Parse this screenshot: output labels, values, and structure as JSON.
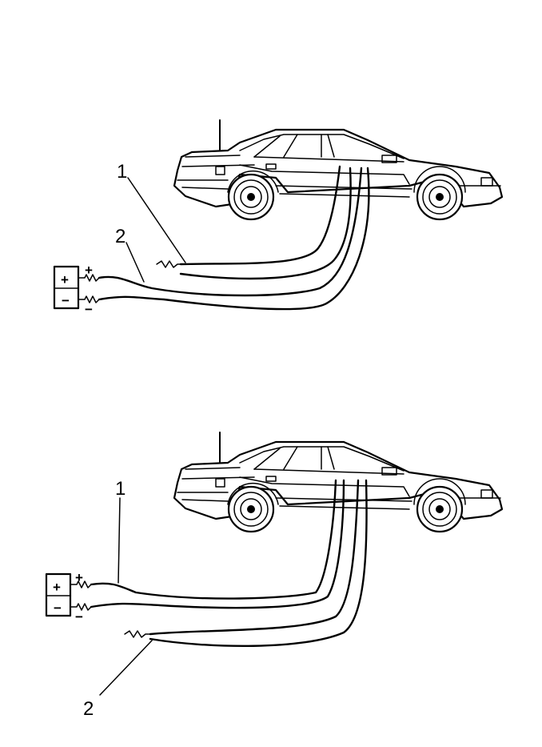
{
  "panels": [
    {
      "id": "top",
      "callouts": {
        "cable_1": "1",
        "cable_2": "2"
      },
      "battery": {
        "positive": "+",
        "negative": "−"
      },
      "terminals": {
        "positive": "+",
        "negative": "−"
      }
    },
    {
      "id": "bottom",
      "callouts": {
        "cable_1": "1",
        "cable_2": "2"
      },
      "battery": {
        "positive": "+",
        "negative": "−"
      },
      "terminals": {
        "positive": "+",
        "negative": "−"
      }
    }
  ]
}
